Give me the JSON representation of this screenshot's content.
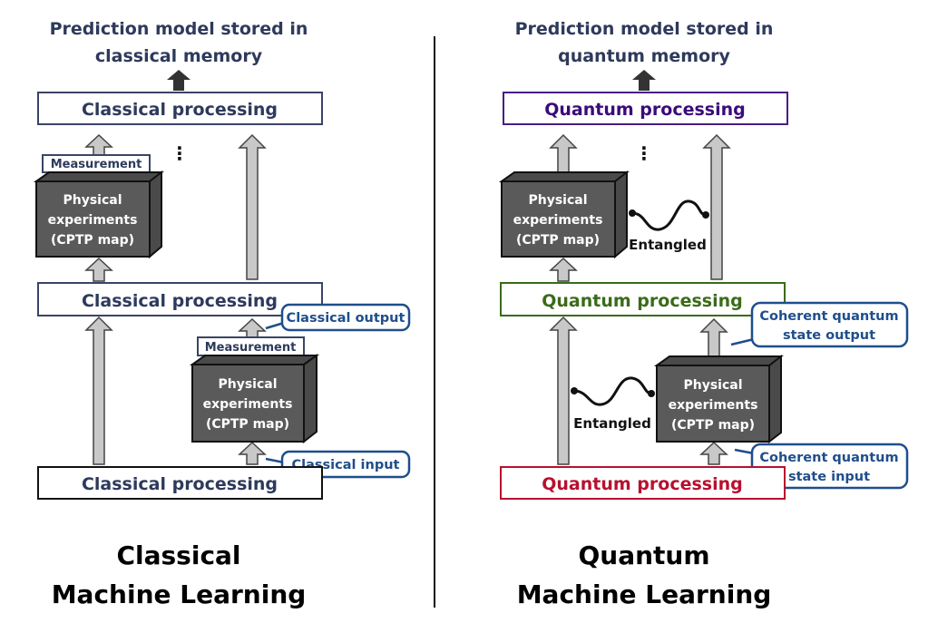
{
  "classical": {
    "top_title": [
      "Prediction model stored in",
      "classical memory"
    ],
    "processing_top": "Classical processing",
    "processing_mid": "Classical processing",
    "processing_bottom": "Classical processing",
    "measurement": "Measurement",
    "experiment": [
      "Physical",
      "experiments",
      "(CPTP map)"
    ],
    "callout_output": "Classical output",
    "callout_input": "Classical input",
    "caption": [
      "Classical",
      "Machine Learning"
    ],
    "ellipsis": "⋮"
  },
  "quantum": {
    "top_title": [
      "Prediction model stored in",
      "quantum memory"
    ],
    "processing_top": "Quantum processing",
    "processing_mid": "Quantum processing",
    "processing_bottom": "Quantum processing",
    "experiment": [
      "Physical",
      "experiments",
      "(CPTP map)"
    ],
    "entangled": "Entangled",
    "callout_output": [
      "Coherent quantum",
      "state output"
    ],
    "callout_input": [
      "Coherent quantum",
      "state input"
    ],
    "caption": [
      "Quantum",
      "Machine Learning"
    ],
    "ellipsis": "⋮"
  },
  "colors": {
    "classical_text": "#2e3a5c",
    "quantum_top": "#3b0a7a",
    "quantum_mid": "#3a6b1a",
    "quantum_bottom": "#b8102e",
    "callout": "#1f4e8c",
    "cube": "#5a5a5a"
  }
}
